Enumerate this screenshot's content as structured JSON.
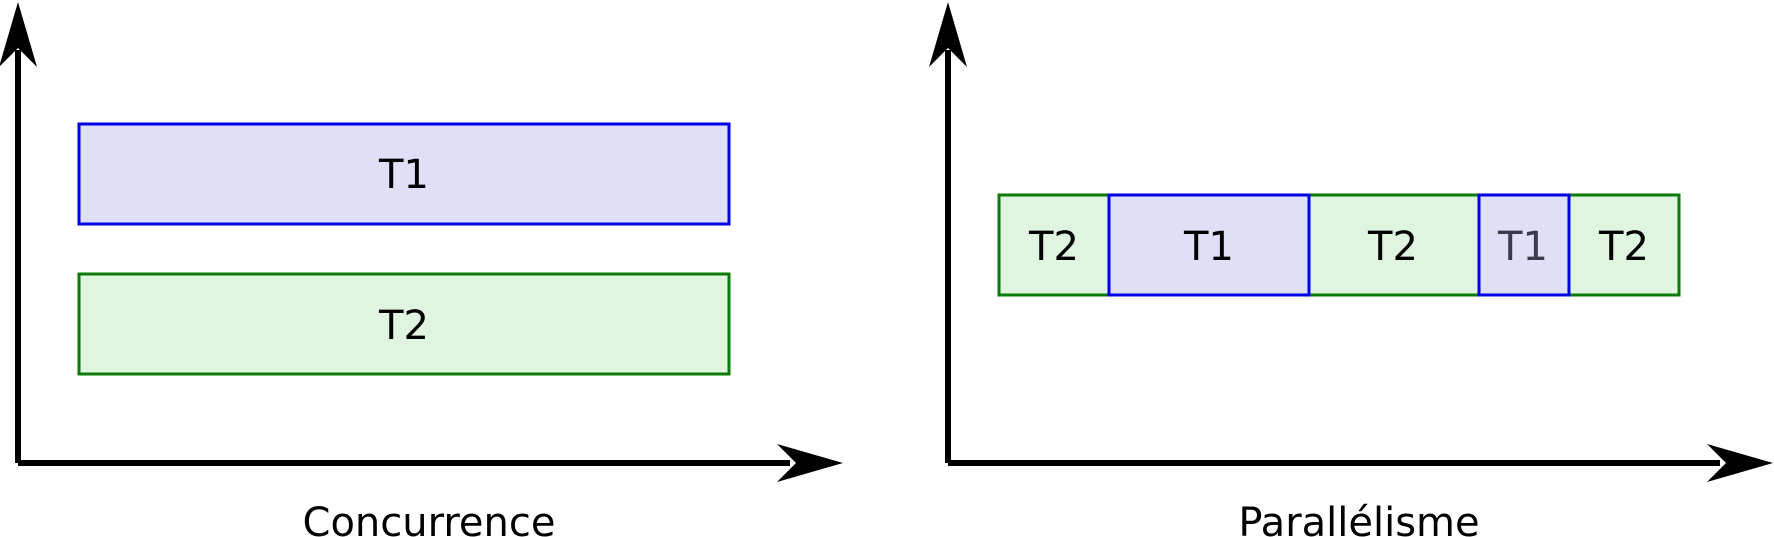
{
  "colors": {
    "t1_fill": "#dfe0f7",
    "t1_stroke": "#0000e6",
    "t2_fill": "#dff5df",
    "t2_stroke": "#0a7a0a",
    "axis": "#000000",
    "label": "#000000",
    "label_muted": "#3a3a4a"
  },
  "left_panel": {
    "caption": "Concurrence",
    "tasks": [
      {
        "label": "T1",
        "kind": "t1"
      },
      {
        "label": "T2",
        "kind": "t2"
      }
    ]
  },
  "right_panel": {
    "caption": "Parallélisme",
    "segments": [
      {
        "label": "T2",
        "kind": "t2"
      },
      {
        "label": "T1",
        "kind": "t1"
      },
      {
        "label": "T2",
        "kind": "t2"
      },
      {
        "label": "T1",
        "kind": "t1"
      },
      {
        "label": "T2",
        "kind": "t2"
      }
    ]
  }
}
